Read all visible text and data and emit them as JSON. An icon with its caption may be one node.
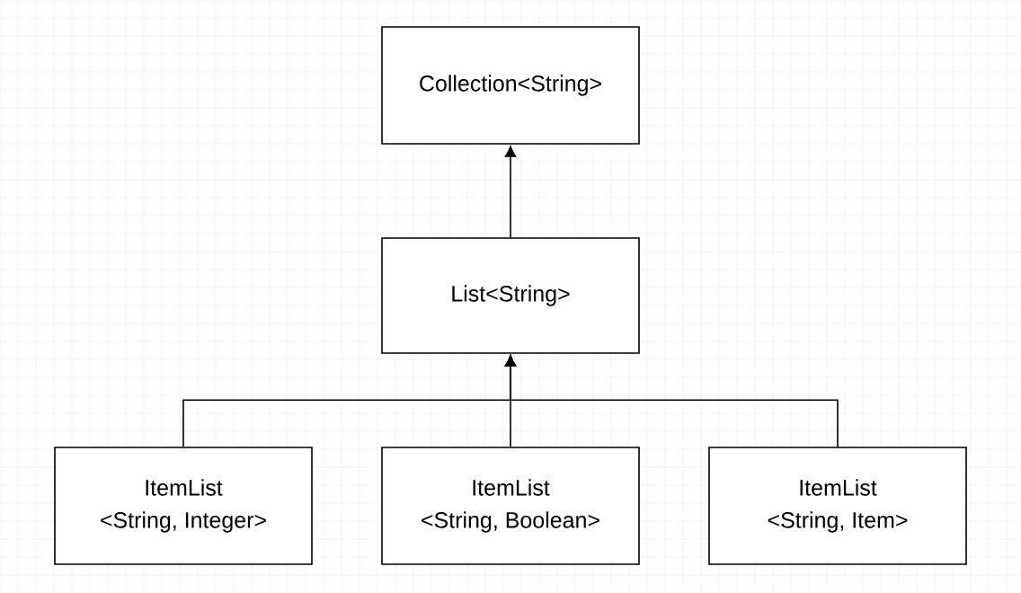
{
  "diagram": {
    "nodes": [
      {
        "text": [
          "Collection<String>"
        ]
      },
      {
        "text": [
          "List<String>"
        ]
      },
      {
        "text": [
          "ItemList",
          "<String, Integer>"
        ]
      },
      {
        "text": [
          "ItemList",
          "<String, Boolean>"
        ]
      },
      {
        "text": [
          "ItemList",
          "<String, Item>"
        ]
      }
    ],
    "edges": [
      {
        "from": 1,
        "to": 0,
        "arrow": "to"
      },
      {
        "from": 2,
        "to": 1,
        "arrow": "to"
      },
      {
        "from": 3,
        "to": 1,
        "arrow": "to"
      },
      {
        "from": 4,
        "to": 1,
        "arrow": "to"
      }
    ]
  }
}
